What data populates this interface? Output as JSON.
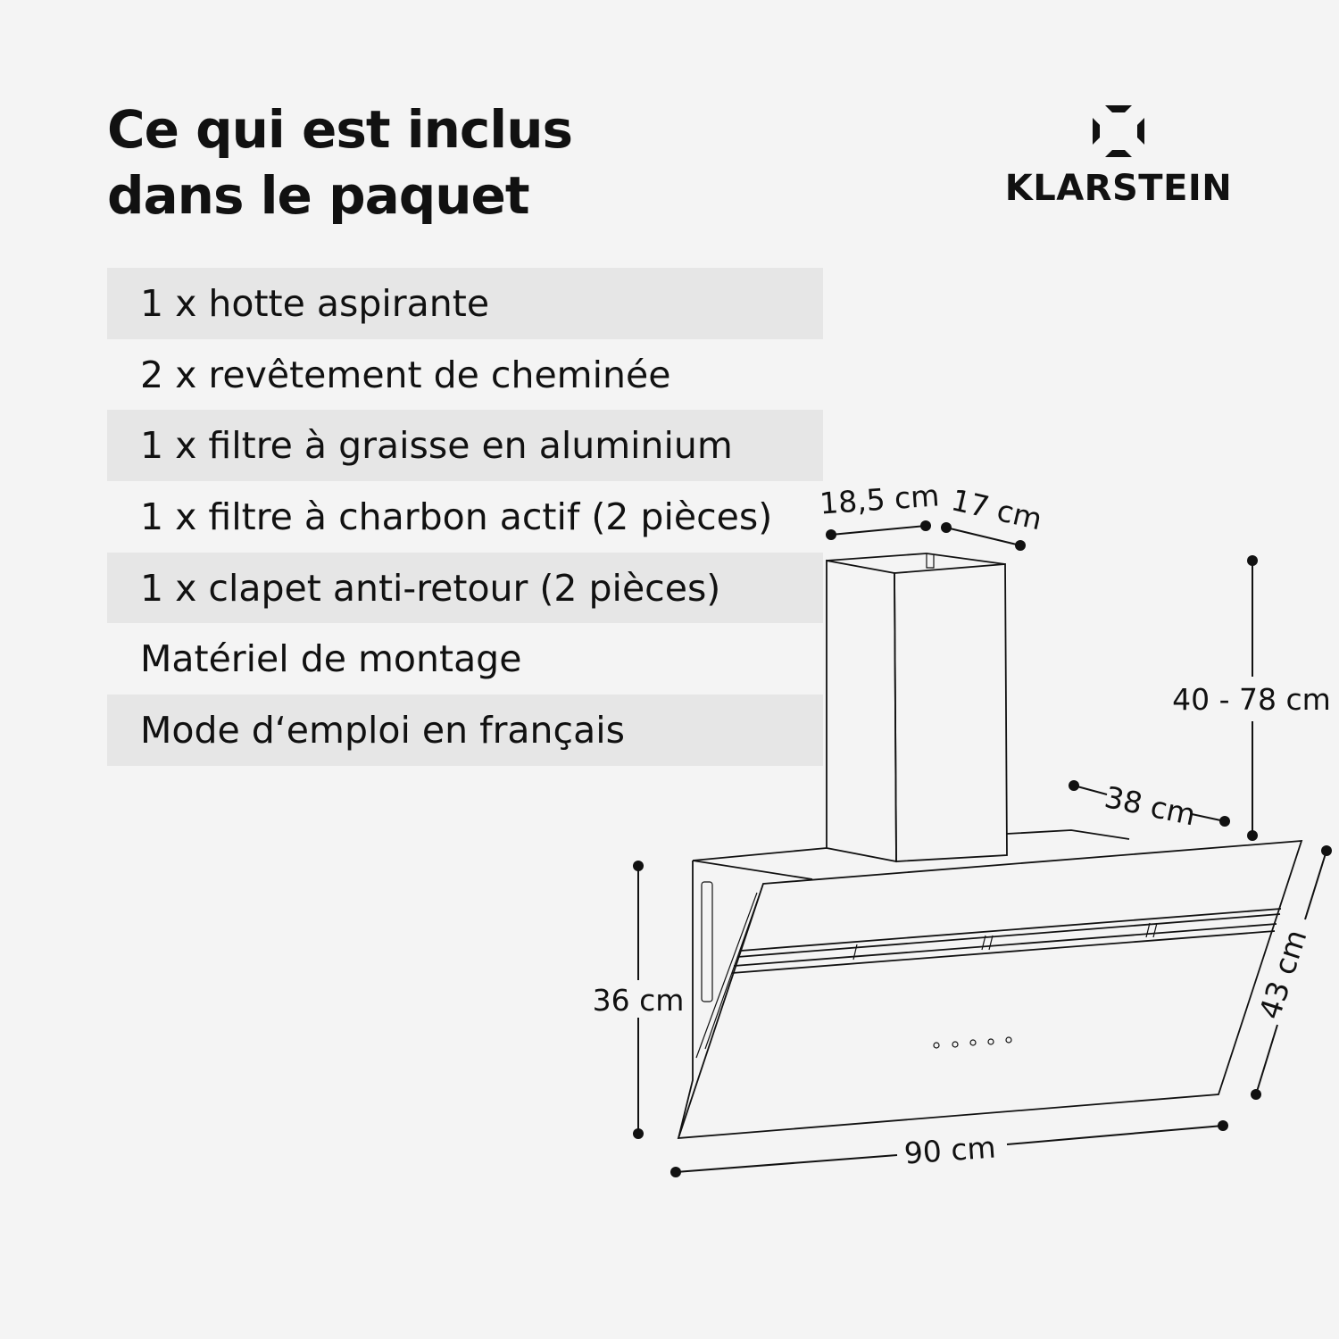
{
  "title": {
    "line1": "Ce qui est inclus",
    "line2": "dans le paquet"
  },
  "brand": {
    "name": "KLARSTEIN",
    "icon": "klarstein-logo-icon"
  },
  "items": [
    "1 x hotte aspirante",
    "2 x revêtement de cheminée",
    "1 x filtre à graisse en aluminium",
    "1 x filtre à charbon actif (2 pièces)",
    "1 x clapet anti-retour (2 pièces)",
    "Matériel de montage",
    "Mode d‘emploi en français"
  ],
  "dimensions": {
    "chimney_width": "18,5 cm",
    "chimney_depth": "17 cm",
    "chimney_height": "40 - 78 cm",
    "hood_depth": "38 cm",
    "hood_height": "36 cm",
    "glass_height": "43 cm",
    "hood_width": "90 cm"
  },
  "colors": {
    "background": "#f4f4f4",
    "row_shade": "#e6e6e6",
    "ink": "#111111"
  }
}
